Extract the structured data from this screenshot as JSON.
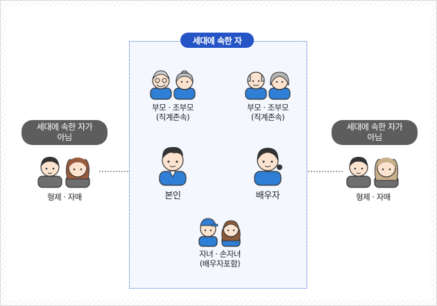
{
  "household": {
    "tag": "세대에 속한 자"
  },
  "non_household": {
    "tag_line1": "세대에 속한 자가",
    "tag_line2": "아님"
  },
  "labels": {
    "parents_left_line1": "부모 · 조부모",
    "parents_left_line2": "(직계존속)",
    "parents_right_line1": "부모 · 조부모",
    "parents_right_line2": "(직계존속)",
    "self": "본인",
    "spouse": "배우자",
    "children_line1": "자녀 · 손자녀",
    "children_line2": "(배우자포함)",
    "siblings_left": "형제 · 자매",
    "siblings_right": "형제 · 자매"
  },
  "colors": {
    "household_accent": "#2454c6",
    "box_border": "#3c6fd0",
    "non_household_tag": "#5d5d5d",
    "household_clothes": "#2f7fd6",
    "sibling_clothes": "#6e6e6e"
  }
}
